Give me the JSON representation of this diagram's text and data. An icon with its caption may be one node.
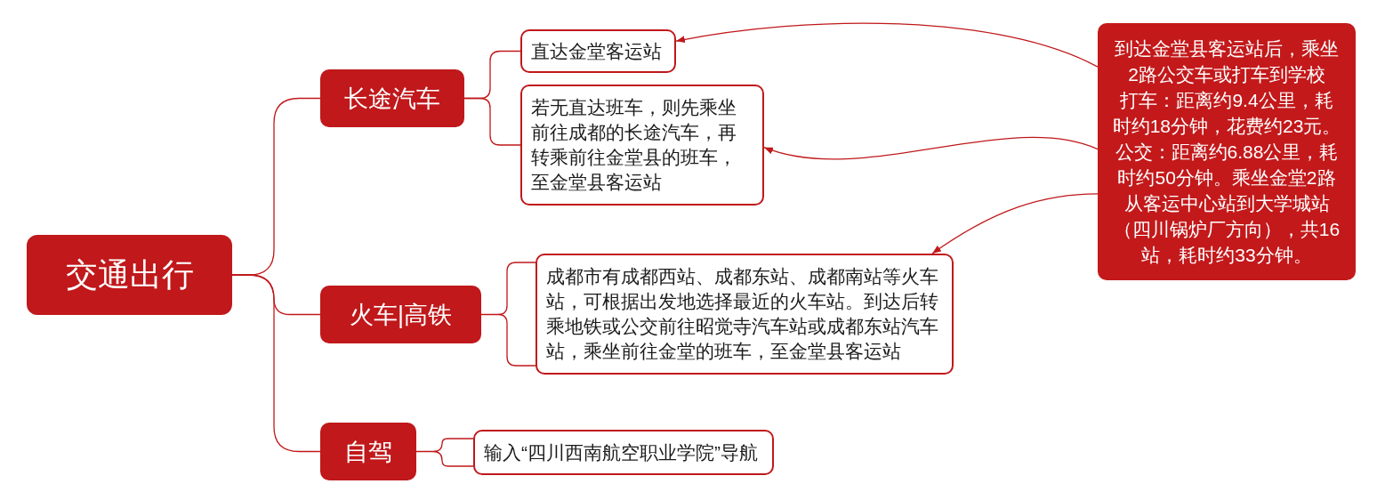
{
  "diagram": {
    "nodes": [
      {
        "text": [
          "交通出行"
        ]
      },
      {
        "text": [
          "长途汽车"
        ]
      },
      {
        "text": [
          "直达金堂客运站"
        ]
      },
      {
        "text": [
          "若无直达班车，则先乘坐前往成都的长途汽车，再转乘前往金堂县的班车，至金堂县客运站"
        ]
      },
      {
        "text": [
          "火车|高铁"
        ]
      },
      {
        "text": [
          "成都市有成都西站、成都东站、成都南站等火车站，可根据出发地选择最近的火车站。到达后转乘地铁或公交前往昭觉寺汽车站或成都东站汽车站，乘坐前往金堂的班车，至金堂县客运站"
        ]
      },
      {
        "text": [
          "自驾"
        ]
      },
      {
        "text": [
          "输入“四川西南航空职业学院”导航"
        ]
      },
      {
        "text": [
          "到达金堂县客运站后，乘坐2路公交车或打车到学校",
          "打车：距离约9.4公里，耗时约18分钟，花费约23元。",
          "公交：距离约6.88公里，耗时约50分钟。乘坐金堂2路从客运中心站到大学城站（四川锅炉厂方向），共16站，耗时约33分钟。"
        ]
      }
    ],
    "edges": [
      {
        "from": 0,
        "to": 1,
        "arrow": "none"
      },
      {
        "from": 0,
        "to": 4,
        "arrow": "none"
      },
      {
        "from": 0,
        "to": 6,
        "arrow": "none"
      },
      {
        "from": 1,
        "to": 2,
        "arrow": "none"
      },
      {
        "from": 1,
        "to": 3,
        "arrow": "none"
      },
      {
        "from": 4,
        "to": 5,
        "arrow": "none"
      },
      {
        "from": 6,
        "to": 7,
        "arrow": "none"
      },
      {
        "from": 8,
        "to": 2,
        "arrow": "to"
      },
      {
        "from": 8,
        "to": 3,
        "arrow": "to"
      },
      {
        "from": 8,
        "to": 5,
        "arrow": "to"
      }
    ]
  }
}
